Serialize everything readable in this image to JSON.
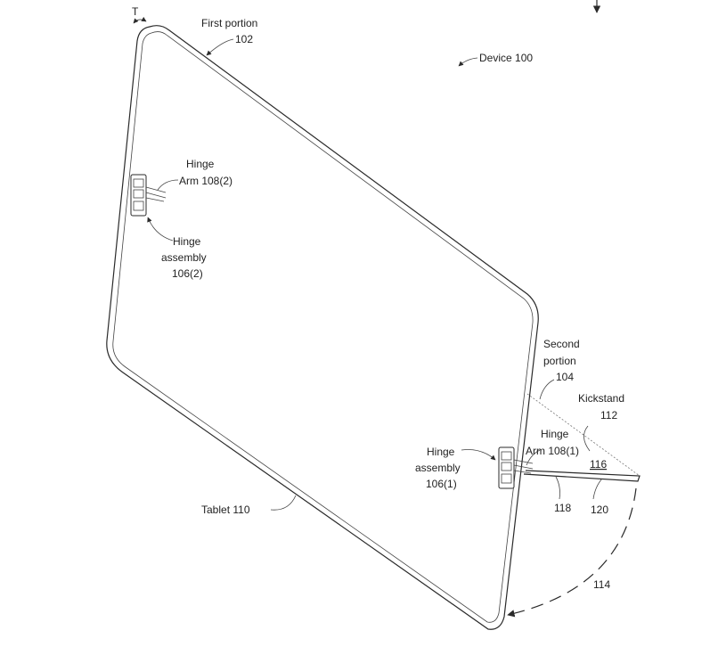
{
  "labels": {
    "thickness": "T",
    "first_portion": "First portion",
    "first_portion_num": "102",
    "device": "Device 100",
    "hinge_arm_2_line1": "Hinge",
    "hinge_arm_2_line2": "Arm 108(2)",
    "hinge_assembly_2_line1": "Hinge",
    "hinge_assembly_2_line2": "assembly",
    "hinge_assembly_2_line3": "106(2)",
    "second_portion_line1": "Second",
    "second_portion_line2": "portion",
    "second_portion_num": "104",
    "kickstand": "Kickstand",
    "kickstand_num": "112",
    "hinge_arm_1_line1": "Hinge",
    "hinge_arm_1_line2": "Arm 108(1)",
    "ref_116": "116",
    "hinge_assembly_1_line1": "Hinge",
    "hinge_assembly_1_line2": "assembly",
    "hinge_assembly_1_line3": "106(1)",
    "tablet": "Tablet 110",
    "ref_118": "118",
    "ref_120": "120",
    "ref_114": "114"
  }
}
